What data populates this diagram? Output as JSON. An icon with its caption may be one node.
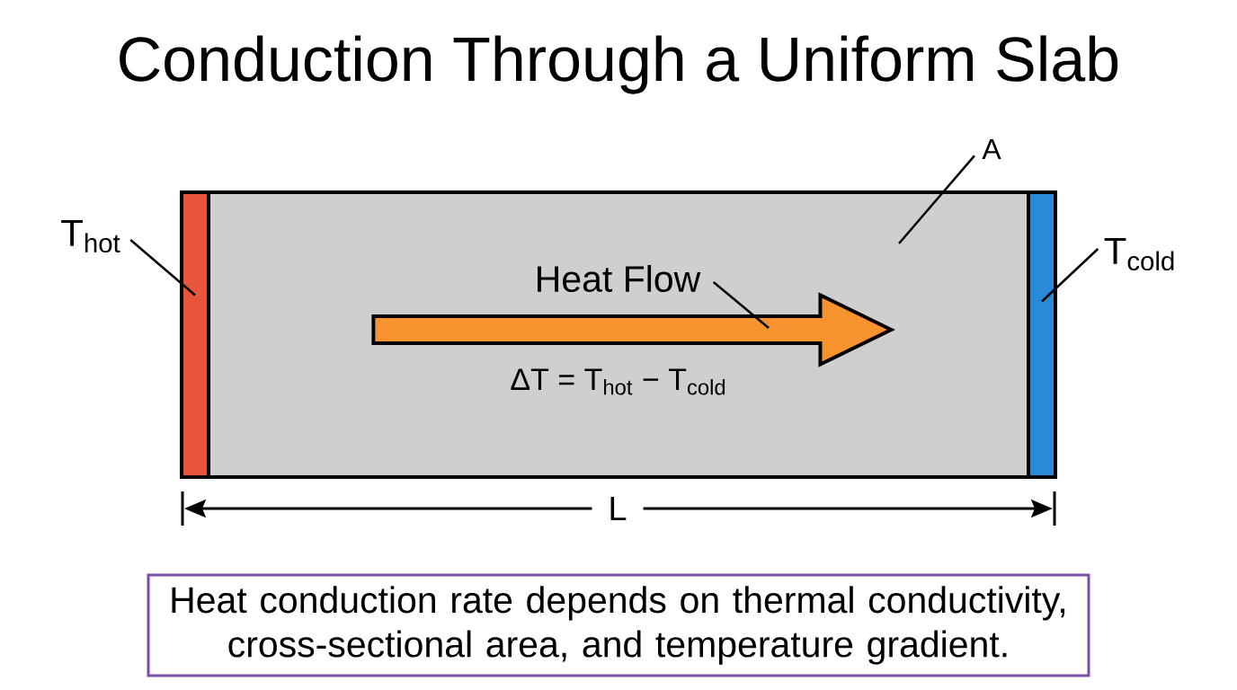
{
  "diagram": {
    "title": "Conduction Through a Uniform Slab",
    "nodes": [
      {
        "text": [],
        "shape": "box"
      },
      {
        "text": [],
        "shape": "bar"
      },
      {
        "text": [],
        "shape": "bar"
      },
      {
        "text": [],
        "shape": "arrow",
        "in": 0,
        "beside": [
          "ΔT = T$_{hot}$ − T$_{cold}$"
        ]
      },
      {
        "text": [
          "T$_{hot}$"
        ]
      },
      {
        "text": [
          "T$_{cold}$"
        ]
      },
      {
        "text": [
          "A"
        ]
      },
      {
        "text": [
          "Heat Flow"
        ],
        "in": 0
      },
      {
        "text": [
          "Heat conduction rate depends on thermal conductivity, cross-sectional area, and temperature gradient."
        ]
      }
    ],
    "edges": [
      {
        "from": 4,
        "to": 1,
        "arrow": "none"
      },
      {
        "from": 5,
        "to": 2,
        "arrow": "none"
      },
      {
        "from": 6,
        "to": 0,
        "arrow": "none"
      },
      {
        "from": 7,
        "to": 3,
        "arrow": "none"
      }
    ],
    "labels": [
      "L"
    ]
  }
}
